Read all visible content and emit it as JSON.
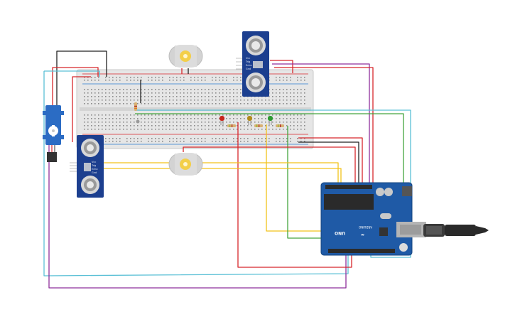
{
  "board": {
    "label": "UNO",
    "brand": "ARDUINO",
    "logo_text": "∞"
  },
  "ultrasonic_pins": [
    "Vcc",
    "Trig",
    "Echo",
    "Gnd"
  ],
  "components": [
    {
      "name": "arduino-uno",
      "kind": "microcontroller"
    },
    {
      "name": "breadboard",
      "kind": "breadboard"
    },
    {
      "name": "ultrasonic-sensor",
      "kind": "sensor",
      "count": 2
    },
    {
      "name": "dc-motor",
      "kind": "actuator",
      "count": 2
    },
    {
      "name": "servo",
      "kind": "actuator",
      "count": 1
    },
    {
      "name": "led",
      "kind": "indicator",
      "colors": [
        "red",
        "yellow",
        "green"
      ]
    },
    {
      "name": "resistor",
      "kind": "passive",
      "count": 4
    },
    {
      "name": "usb-cable",
      "kind": "connector"
    }
  ],
  "colors": {
    "breadboard": "#e6e6e6",
    "sensor_board": "#1c3f8f",
    "arduino_board": "#1f5aa6",
    "wire_red": "#d7262b",
    "wire_black": "#222222",
    "wire_yellow": "#f2c21b",
    "wire_green": "#44a53e",
    "wire_cyan": "#5bc0d6",
    "wire_purple": "#8e2f9c"
  }
}
